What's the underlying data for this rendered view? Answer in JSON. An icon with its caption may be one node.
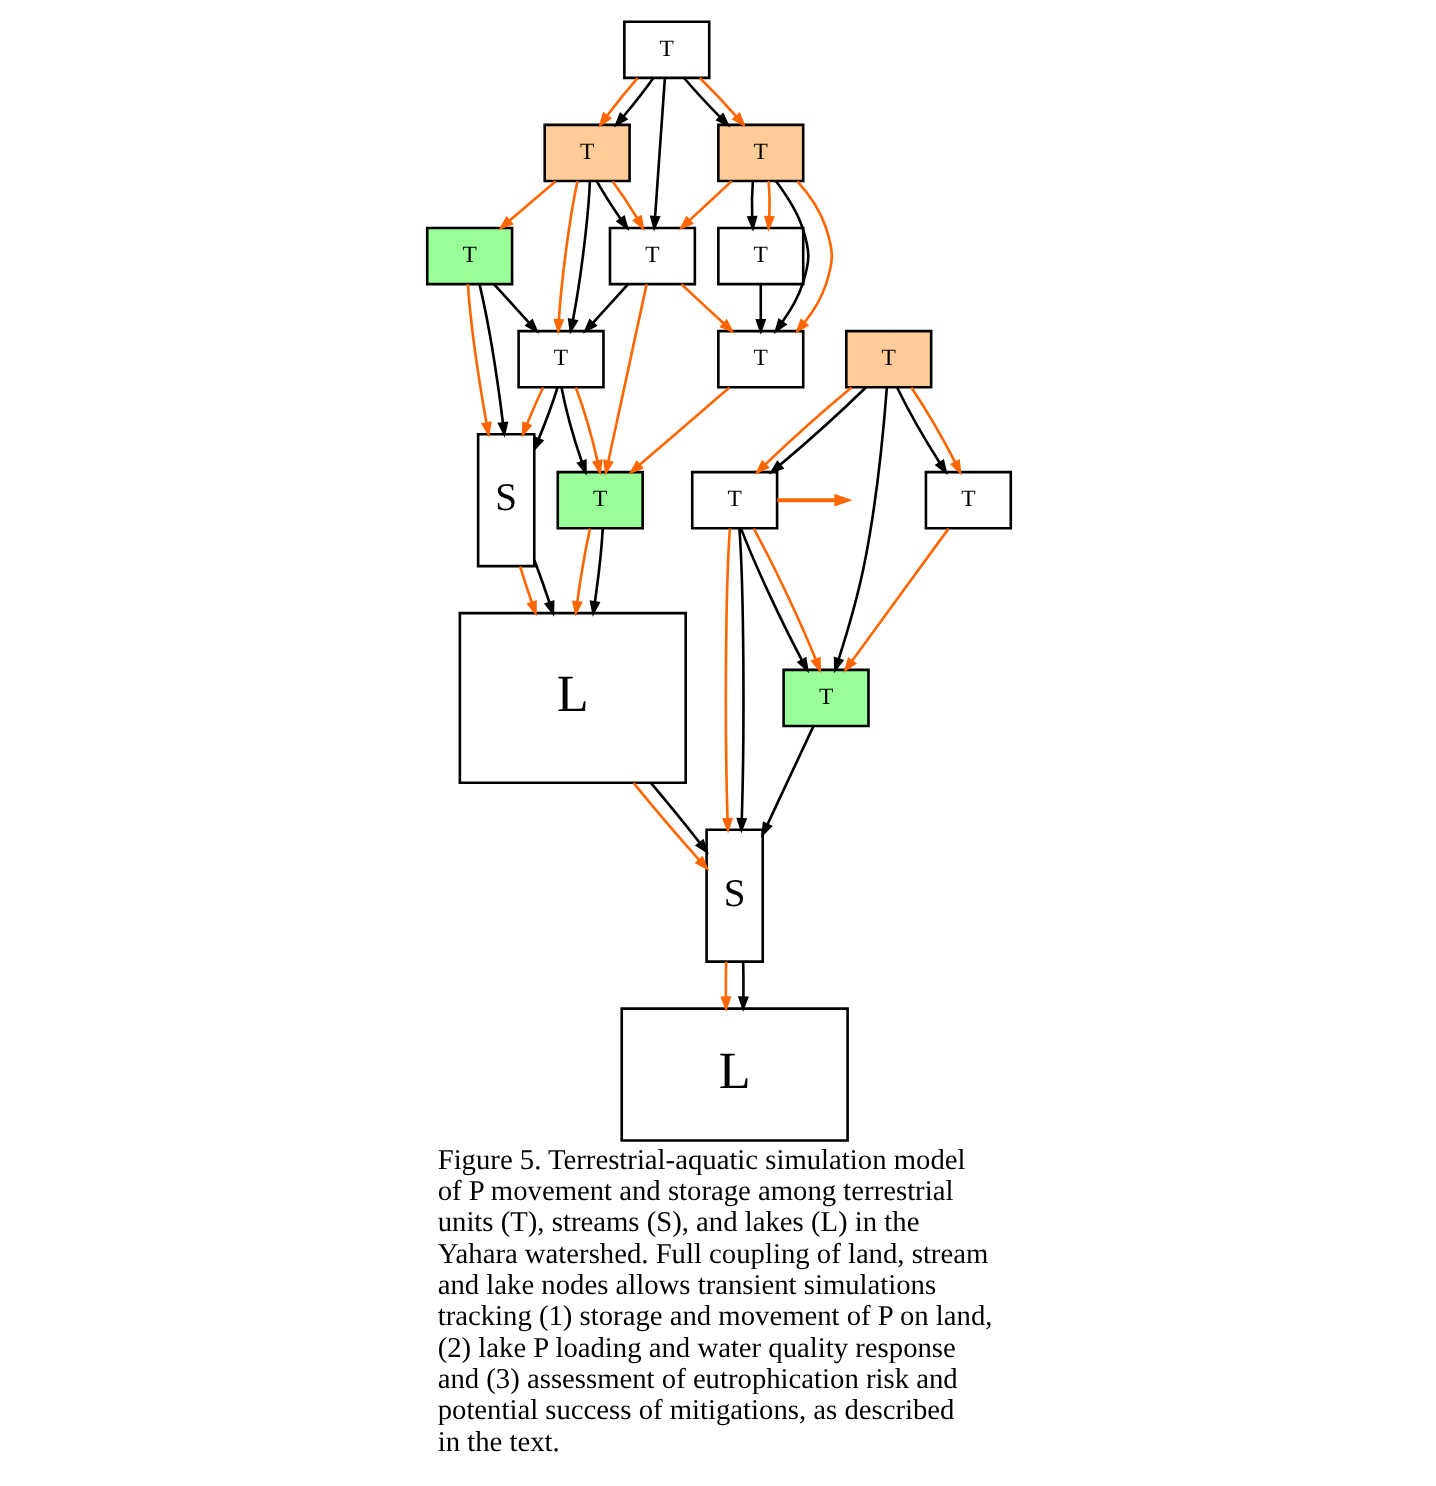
{
  "diagram": {
    "caption": "Figure 5. Terrestrial-aquatic simulation model of P movement and storage among terrestrial units (T), streams (S), and lakes (L) in the Yahara watershed. Full coupling of land, stream and lake nodes allows transient simulations tracking (1) storage and movement of P on land, (2) lake P loading and water quality response and (3) assessment of eutrophication risk and potential success of mitigations, as described in the text.",
    "nodes": [
      {
        "text": [
          "T"
        ]
      },
      {
        "text": [
          "T"
        ]
      },
      {
        "text": [
          "T"
        ]
      },
      {
        "text": [
          "S"
        ]
      },
      {
        "text": [
          "L"
        ]
      },
      {
        "text": [
          "T"
        ]
      },
      {
        "text": [
          "T"
        ]
      },
      {
        "text": [
          "T"
        ]
      },
      {
        "text": [
          "T"
        ]
      },
      {
        "text": [
          "T"
        ]
      },
      {
        "text": [
          "T"
        ]
      },
      {
        "text": [
          "T"
        ]
      },
      {
        "text": [
          "T"
        ]
      },
      {
        "text": [
          "L"
        ]
      },
      {
        "text": [
          "S"
        ]
      },
      {
        "text": [
          "T"
        ]
      },
      {
        "text": [
          "T"
        ]
      }
    ],
    "edges": [
      {
        "from": 0,
        "to": 1,
        "arrow": "to",
        "color": "#ff6600"
      },
      {
        "from": 0,
        "to": 1,
        "arrow": "to",
        "color": "#000000"
      },
      {
        "from": 1,
        "to": 2,
        "arrow": "to",
        "color": "#ff6600"
      },
      {
        "from": 2,
        "to": 3,
        "arrow": "to",
        "color": "#ff6600"
      },
      {
        "from": 2,
        "to": 3,
        "arrow": "to",
        "color": "#000000"
      },
      {
        "from": 0,
        "to": 5,
        "arrow": "to",
        "color": "#000000"
      },
      {
        "from": 0,
        "to": 5,
        "arrow": "to",
        "color": "#ff6600"
      },
      {
        "from": 0,
        "to": 6,
        "arrow": "to",
        "color": "#000000"
      },
      {
        "from": 1,
        "to": 6,
        "arrow": "to",
        "color": "#000000"
      },
      {
        "from": 1,
        "to": 6,
        "arrow": "to",
        "color": "#ff6600"
      },
      {
        "from": 1,
        "to": 7,
        "arrow": "to",
        "color": "#ff6600"
      },
      {
        "from": 1,
        "to": 7,
        "arrow": "to",
        "color": "#000000"
      },
      {
        "from": 2,
        "to": 7,
        "arrow": "to",
        "color": "#000000"
      },
      {
        "from": 5,
        "to": 6,
        "arrow": "to",
        "color": "#ff6600"
      },
      {
        "from": 6,
        "to": 7,
        "arrow": "to",
        "color": "#000000"
      },
      {
        "from": 7,
        "to": 3,
        "arrow": "to",
        "color": "#ff6600"
      },
      {
        "from": 7,
        "to": 3,
        "arrow": "to",
        "color": "#000000"
      },
      {
        "from": 5,
        "to": 8,
        "arrow": "to",
        "color": "#000000"
      },
      {
        "from": 5,
        "to": 8,
        "arrow": "to",
        "color": "#ff6600"
      },
      {
        "from": 5,
        "to": 9,
        "arrow": "to",
        "color": "#000000"
      },
      {
        "from": 5,
        "to": 9,
        "arrow": "to",
        "color": "#ff6600"
      },
      {
        "from": 6,
        "to": 9,
        "arrow": "to",
        "color": "#ff6600"
      },
      {
        "from": 6,
        "to": 10,
        "arrow": "to",
        "color": "#ff6600"
      },
      {
        "from": 7,
        "to": 10,
        "arrow": "to",
        "color": "#000000"
      },
      {
        "from": 7,
        "to": 10,
        "arrow": "to",
        "color": "#ff6600"
      },
      {
        "from": 8,
        "to": 9,
        "arrow": "to",
        "color": "#000000"
      },
      {
        "from": 9,
        "to": 10,
        "arrow": "to",
        "color": "#ff6600"
      },
      {
        "from": 10,
        "to": 4,
        "arrow": "to",
        "color": "#ff6600"
      },
      {
        "from": 10,
        "to": 4,
        "arrow": "to",
        "color": "#000000"
      },
      {
        "from": 3,
        "to": 4,
        "arrow": "to",
        "color": "#ff6600"
      },
      {
        "from": 3,
        "to": 4,
        "arrow": "to",
        "color": "#000000"
      },
      {
        "from": 4,
        "to": 14,
        "arrow": "to",
        "color": "#ff6600"
      },
      {
        "from": 4,
        "to": 14,
        "arrow": "to",
        "color": "#000000"
      },
      {
        "from": 12,
        "to": 11,
        "arrow": "to",
        "color": "#ff6600"
      },
      {
        "from": 12,
        "to": 11,
        "arrow": "to",
        "color": "#000000"
      },
      {
        "from": 11,
        "to": null,
        "arrow": "to",
        "color": "#ff6600"
      },
      {
        "from": 11,
        "to": 14,
        "arrow": "to",
        "color": "#ff6600"
      },
      {
        "from": 11,
        "to": 14,
        "arrow": "to",
        "color": "#000000"
      },
      {
        "from": 11,
        "to": 15,
        "arrow": "to",
        "color": "#000000"
      },
      {
        "from": 11,
        "to": 15,
        "arrow": "to",
        "color": "#ff6600"
      },
      {
        "from": 12,
        "to": 15,
        "arrow": "to",
        "color": "#000000"
      },
      {
        "from": 12,
        "to": 16,
        "arrow": "to",
        "color": "#000000"
      },
      {
        "from": 12,
        "to": 16,
        "arrow": "to",
        "color": "#ff6600"
      },
      {
        "from": 16,
        "to": 15,
        "arrow": "to",
        "color": "#ff6600"
      },
      {
        "from": 15,
        "to": 14,
        "arrow": "to",
        "color": "#000000"
      },
      {
        "from": 14,
        "to": 13,
        "arrow": "to",
        "color": "#ff6600"
      },
      {
        "from": 14,
        "to": 13,
        "arrow": "to",
        "color": "#000000"
      }
    ]
  }
}
